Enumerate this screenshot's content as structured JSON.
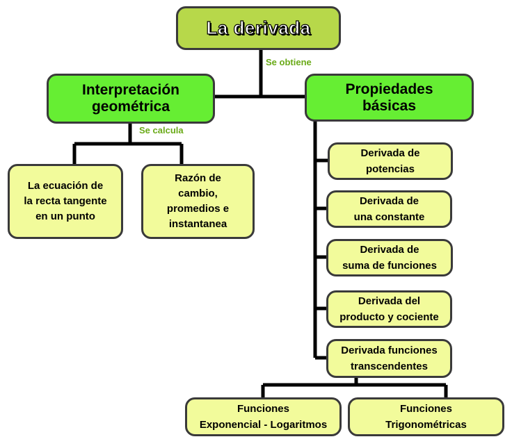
{
  "root": {
    "label": "La derivada"
  },
  "link_obtiene": "Se obtiene",
  "link_calcula": "Se calcula",
  "left": {
    "label": "Interpretación\ngeométrica",
    "children": [
      {
        "label": "La ecuación de\nla recta tangente\nen un punto"
      },
      {
        "label": "Razón de\ncambio,\npromedios e\ninstantanea"
      }
    ]
  },
  "right": {
    "label": "Propiedades\nbásicas",
    "children": [
      {
        "label": "Derivada de\npotencias"
      },
      {
        "label": "Derivada de\nuna constante"
      },
      {
        "label": "Derivada de\nsuma de funciones"
      },
      {
        "label": "Derivada del\nproducto y cociente"
      },
      {
        "label": "Derivada funciones\ntranscendentes"
      }
    ]
  },
  "transcendentes_children": [
    {
      "label": "Funciones\nExponencial - Logaritmos"
    },
    {
      "label": "Funciones\nTrigonométricas"
    }
  ],
  "colors": {
    "root": "#b7d84a",
    "main": "#66ee33",
    "sub": "#f2fb9b",
    "link_text": "#6aaa18",
    "lines": "#000000"
  }
}
